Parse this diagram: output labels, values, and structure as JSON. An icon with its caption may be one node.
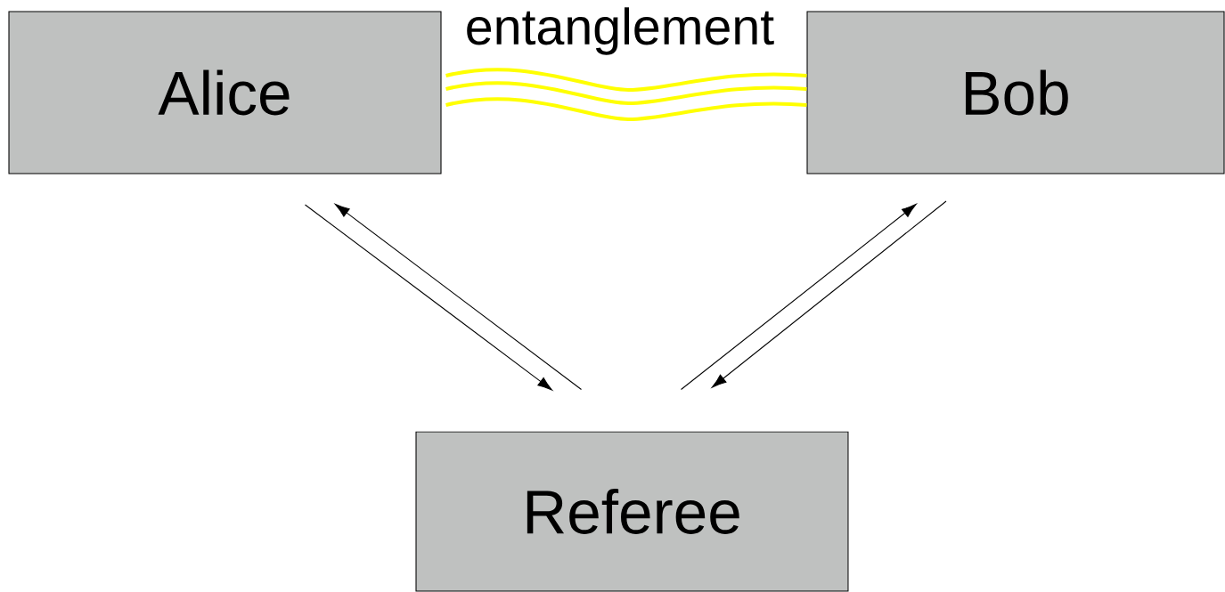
{
  "diagram": {
    "nodes": [
      {
        "text": [
          "Alice"
        ]
      },
      {
        "text": [
          "Bob"
        ]
      },
      {
        "text": [
          "Referee"
        ]
      }
    ],
    "edges": [
      {
        "from": 0,
        "to": 1,
        "arrow": "none",
        "label": "entanglement",
        "color": "#ffff00",
        "style": "thick"
      },
      {
        "from": 0,
        "to": 2,
        "arrow": "to"
      },
      {
        "from": 2,
        "to": 0,
        "arrow": "to"
      },
      {
        "from": 2,
        "to": 1,
        "arrow": "to"
      },
      {
        "from": 1,
        "to": 2,
        "arrow": "to"
      }
    ]
  }
}
